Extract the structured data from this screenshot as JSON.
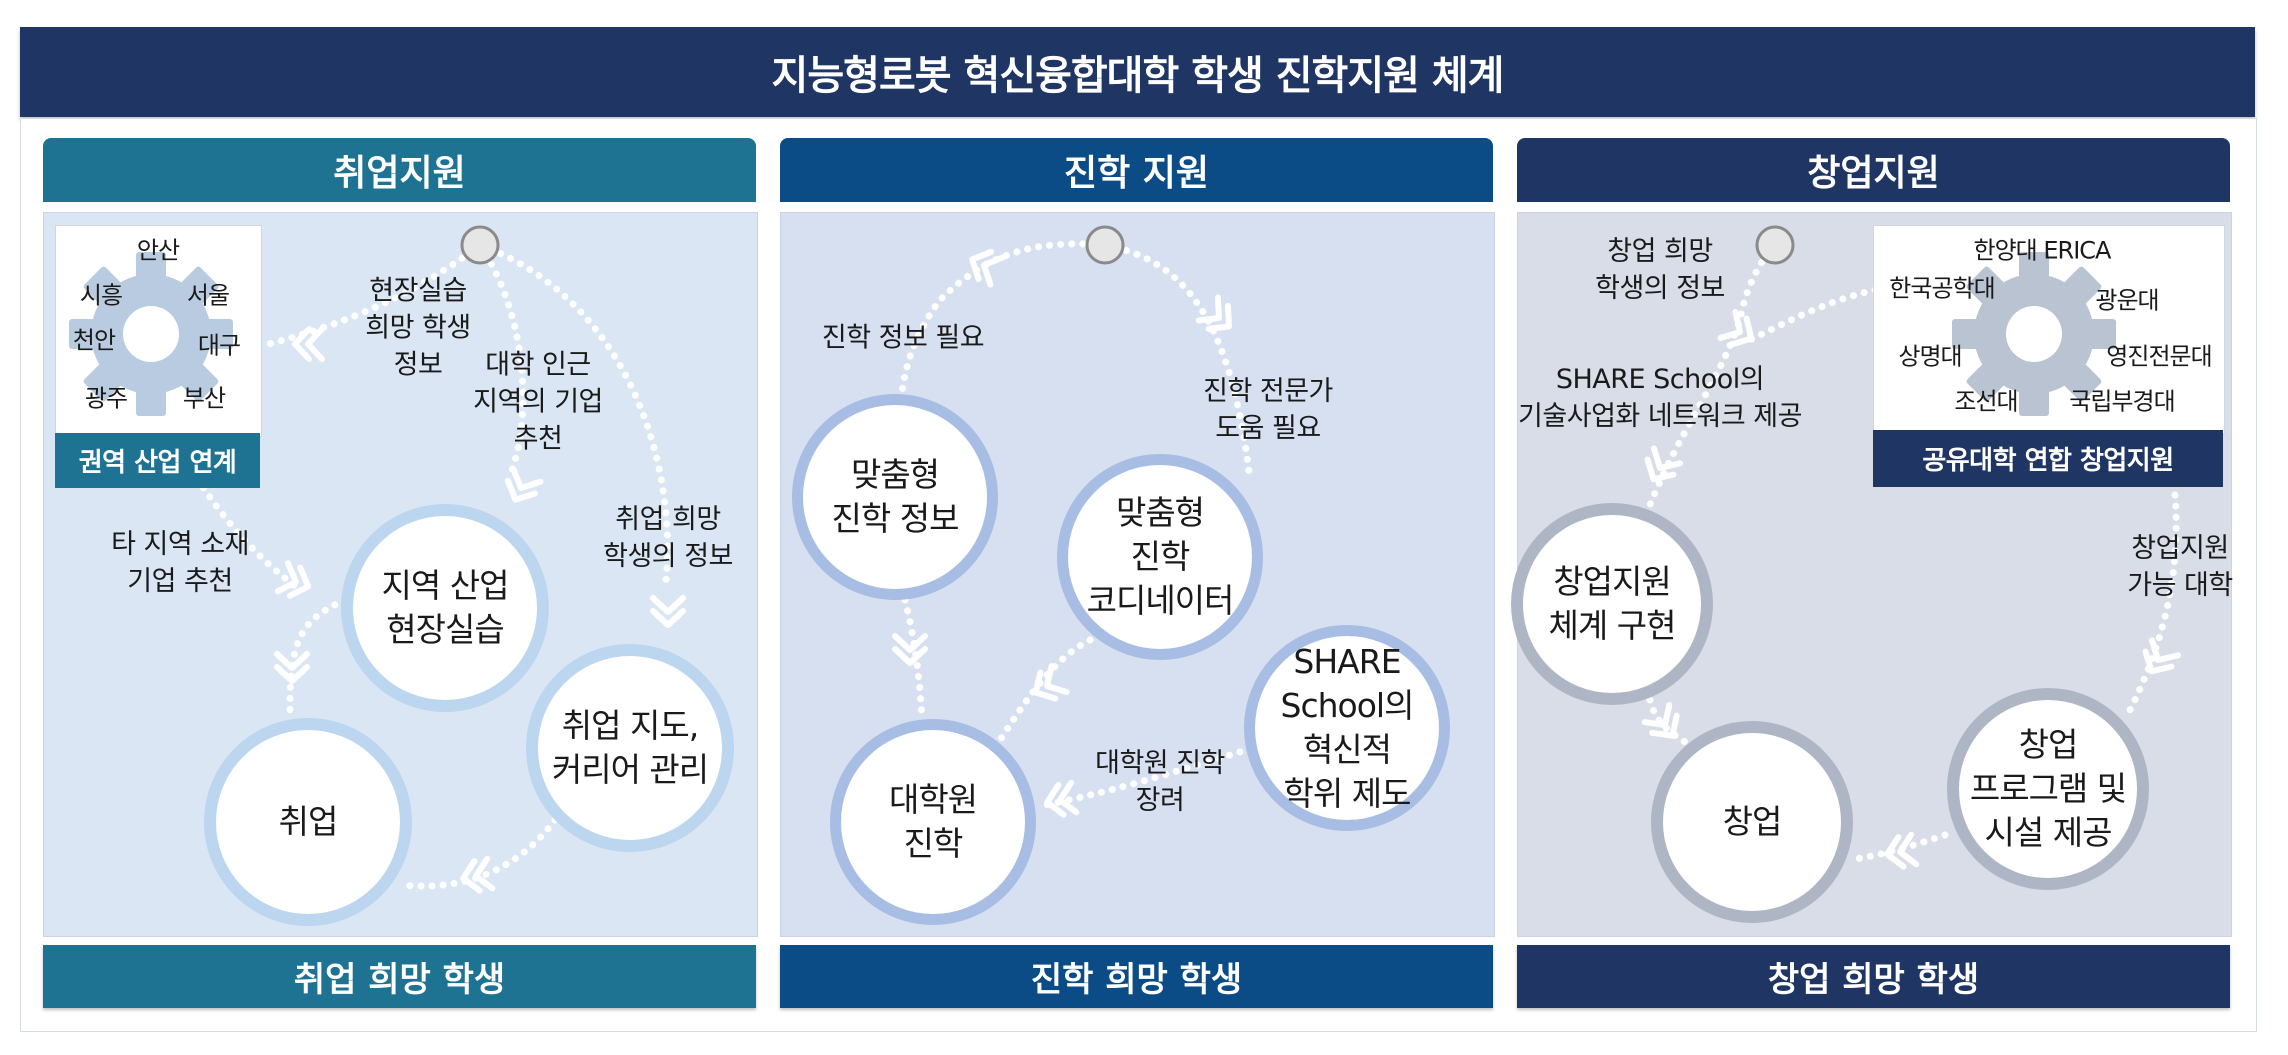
{
  "title": "지능형로봇 혁신융합대학 학생 진학지원 체계",
  "colors": {
    "title_bg": "#1f3564",
    "col1_head": "#1e7392",
    "col2_head": "#0b4c86",
    "col3_head": "#1f3564",
    "col1_panel": "#dae6f3",
    "col2_panel": "#d7e0f1",
    "col3_panel": "#d8dde7",
    "col1_ring": "#bcd6ef",
    "col2_ring": "#a8bde3",
    "col3_ring": "#aeb6c6"
  },
  "columns": [
    {
      "header": "취업지원",
      "footer": "취업 희망 학생",
      "box": {
        "label": "권역 산업 연계",
        "cities": [
          "안산",
          "시흥",
          "서울",
          "천안",
          "대구",
          "광주",
          "부산"
        ]
      },
      "circles": [
        "지역 산업\n현장실습",
        "취업 지도,\n커리어 관리",
        "취업"
      ],
      "labels": [
        "현장실습\n희망 학생\n정보",
        "대학 인근\n지역의 기업\n추천",
        "취업 희망\n학생의 정보",
        "타 지역 소재\n기업 추천"
      ]
    },
    {
      "header": "진학 지원",
      "footer": "진학 희망 학생",
      "circles": [
        "맞춤형\n진학 정보",
        "맞춤형\n진학\n코디네이터",
        "SHARE\nSchool의\n혁신적\n학위 제도",
        "대학원\n진학"
      ],
      "labels": [
        "진학 정보 필요",
        "진학 전문가\n도움 필요",
        "대학원 진학\n장려"
      ]
    },
    {
      "header": "창업지원",
      "footer": "창업 희망 학생",
      "box": {
        "label": "공유대학 연합 창업지원",
        "universities": [
          "한양대 ERICA",
          "한국공학대",
          "광운대",
          "상명대",
          "영진전문대",
          "조선대",
          "국립부경대"
        ]
      },
      "circles": [
        "창업지원\n체계 구현",
        "창업",
        "창업\n프로그램 및\n시설 제공"
      ],
      "labels": [
        "창업 희망\n학생의 정보",
        "SHARE School의\n기술사업화 네트워크 제공",
        "창업지원\n가능 대학"
      ]
    }
  ]
}
